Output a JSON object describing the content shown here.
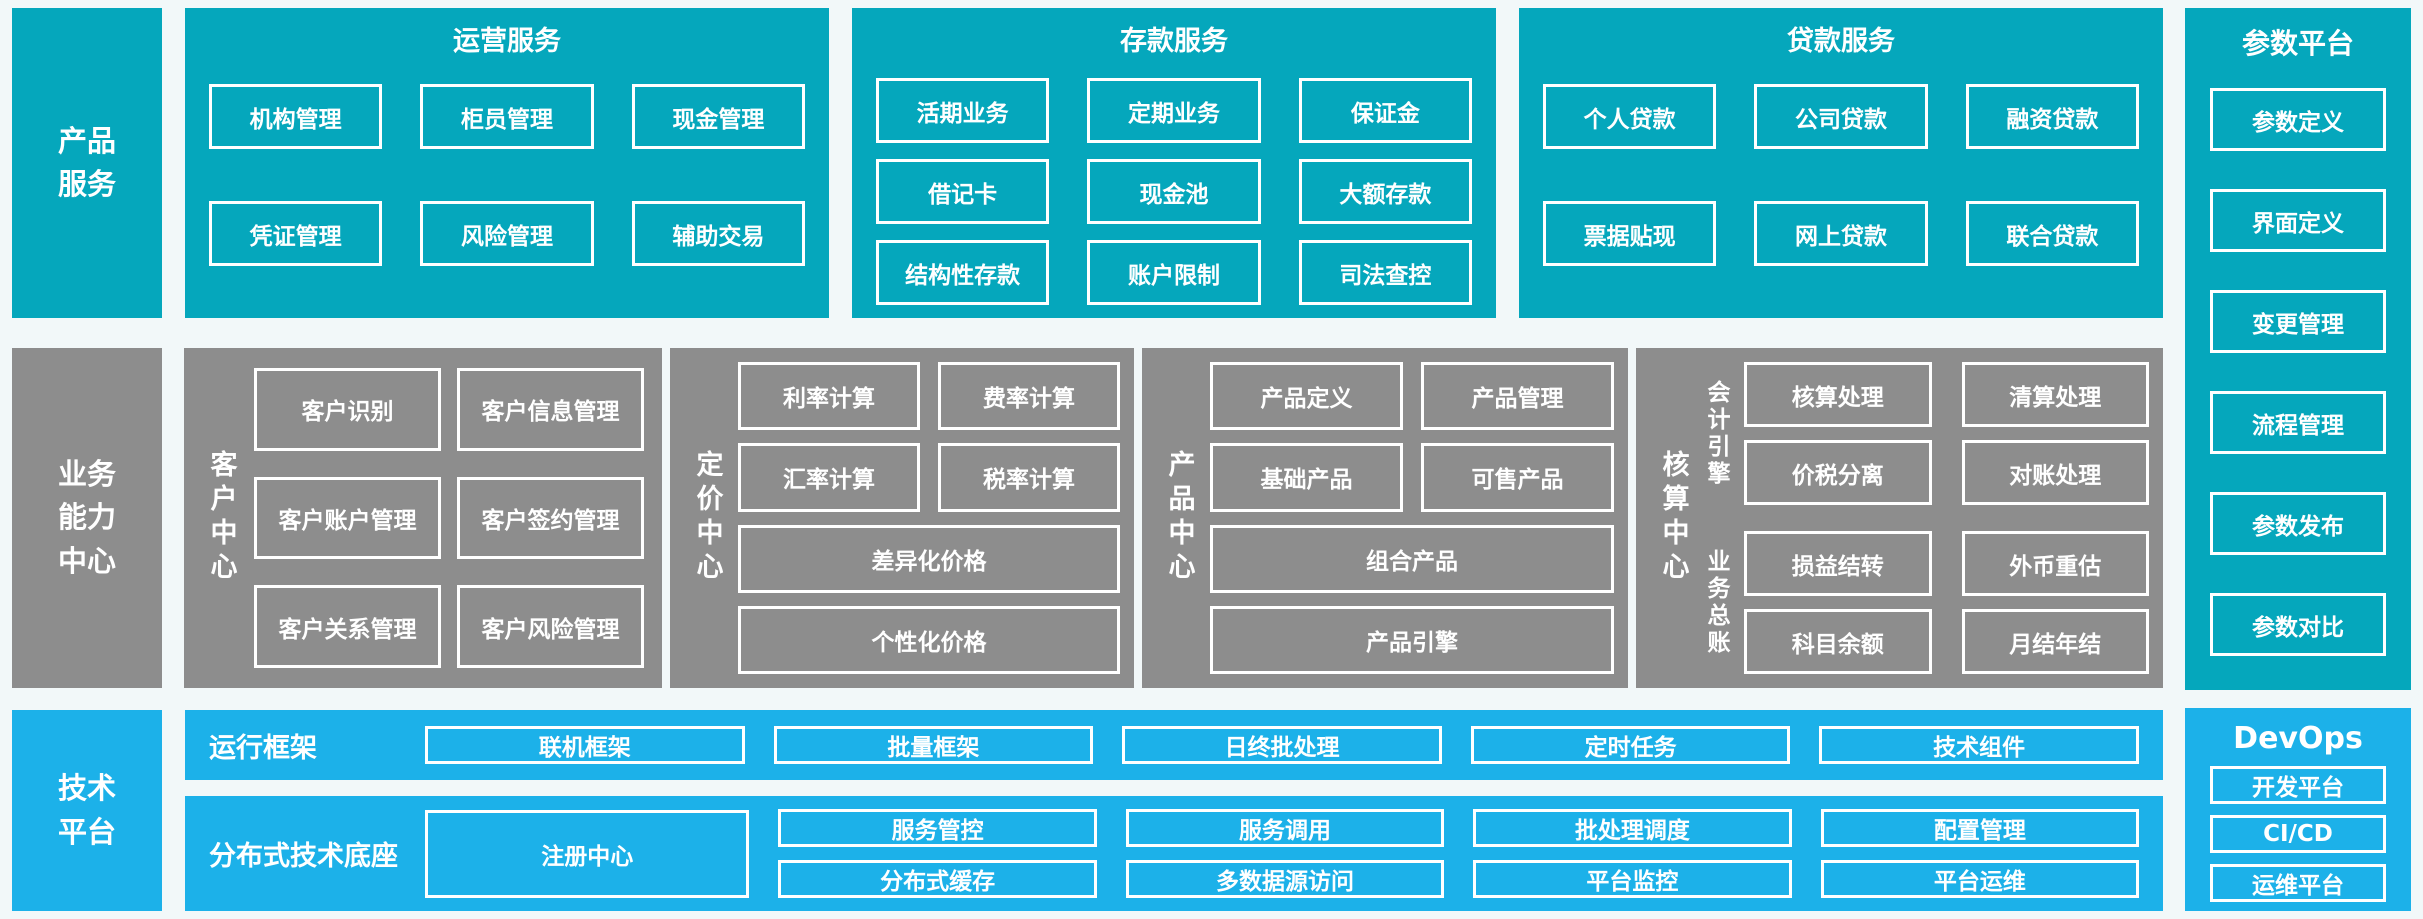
{
  "colors": {
    "teal": "#05a7bc",
    "gray": "#8d8d8d",
    "blue": "#1cb1e9",
    "background": "#f2f8f9",
    "text": "#ffffff"
  },
  "sidebar": {
    "product": "产品\n服务",
    "business": "业务\n能力\n中心",
    "tech": "技术\n平台"
  },
  "top": {
    "operations": {
      "title": "运营服务",
      "items": [
        "机构管理",
        "柜员管理",
        "现金管理",
        "凭证管理",
        "风险管理",
        "辅助交易"
      ]
    },
    "deposit": {
      "title": "存款服务",
      "items": [
        "活期业务",
        "定期业务",
        "保证金",
        "借记卡",
        "现金池",
        "大额存款",
        "结构性存款",
        "账户限制",
        "司法查控"
      ]
    },
    "loan": {
      "title": "贷款服务",
      "items": [
        "个人贷款",
        "公司贷款",
        "融资贷款",
        "票据贴现",
        "网上贷款",
        "联合贷款"
      ]
    }
  },
  "param_platform": {
    "title": "参数平台",
    "items": [
      "参数定义",
      "界面定义",
      "变更管理",
      "流程管理",
      "参数发布",
      "参数对比"
    ]
  },
  "business": {
    "customer": {
      "label": "客户中心",
      "items": [
        "客户识别",
        "客户信息管理",
        "客户账户管理",
        "客户签约管理",
        "客户关系管理",
        "客户风险管理"
      ]
    },
    "pricing": {
      "label": "定价中心",
      "items": [
        "利率计算",
        "费率计算",
        "汇率计算",
        "税率计算"
      ],
      "wide": [
        "差异化价格",
        "个性化价格"
      ]
    },
    "product": {
      "label": "产品中心",
      "items": [
        "产品定义",
        "产品管理",
        "基础产品",
        "可售产品"
      ],
      "wide": [
        "组合产品",
        "产品引擎"
      ]
    },
    "accounting": {
      "label": "核算中心",
      "engine": {
        "label": "会计引擎",
        "items": [
          "核算处理",
          "清算处理",
          "价税分离",
          "对账处理"
        ]
      },
      "ledger": {
        "label": "业务总账",
        "items": [
          "损益结转",
          "外币重估",
          "科目余额",
          "月结年结"
        ]
      }
    }
  },
  "tech": {
    "runtime": {
      "label": "运行框架",
      "items": [
        "联机框架",
        "批量框架",
        "日终批处理",
        "定时任务",
        "技术组件"
      ]
    },
    "distributed": {
      "label": "分布式技术底座",
      "registry": "注册中心",
      "top_items": [
        "服务管控",
        "服务调用",
        "批处理调度",
        "配置管理"
      ],
      "bottom_items": [
        "分布式缓存",
        "多数据源访问",
        "平台监控",
        "平台运维"
      ]
    }
  },
  "devops": {
    "title": "DevOps",
    "items": [
      "开发平台",
      "CI/CD",
      "运维平台"
    ]
  }
}
